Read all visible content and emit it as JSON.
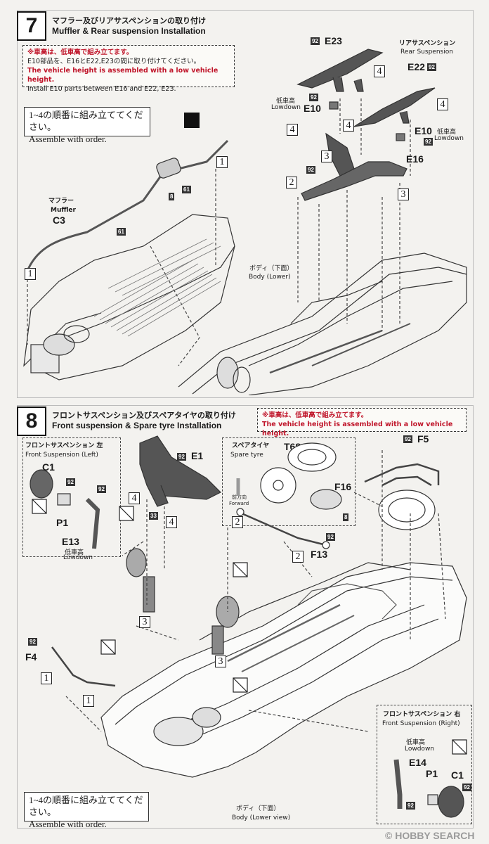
{
  "step7": {
    "number": "7",
    "title_jp": "マフラー及びリアサスペンションの取り付け",
    "title_en": "Muffler & Rear suspension Installation",
    "note": {
      "jp1": "※車高は、低車高で組み立てます。",
      "jp2": "E10部品を、E16とE22,E23の間に取り付けてください。",
      "en1": "The vehicle height is assembled with a low vehicle height.",
      "en2": "Install E10 parts between E16 and E22, E23."
    },
    "assemble_jp": "1~4の順番に組み立ててください。",
    "assemble_en": "Assemble with order.",
    "muffler_jp": "マフラー",
    "muffler_en": "Muffler",
    "part_c3": "C3",
    "body_jp": "ボディ（下面）",
    "body_en": "Body (Lower)",
    "rear_susp_jp": "リアサスペンション",
    "rear_susp_en": "Rear Suspension",
    "lowdown_jp": "低車高",
    "lowdown_en": "Lowdown",
    "parts": [
      "E23",
      "E22",
      "E10",
      "E10",
      "E16"
    ],
    "codes": [
      "92",
      "61",
      "8",
      "61"
    ]
  },
  "step8": {
    "number": "8",
    "title_jp": "フロントサスペンション及びスペアタイヤの取り付け",
    "title_en": "Front suspension & Spare tyre Installation",
    "note": {
      "jp": "※車高は、低車高で組み立てます。",
      "en": "The vehicle height is assembled with a low vehicle height."
    },
    "front_left_jp": "フロントサスペンション 左",
    "front_left_en": "Front Suspension (Left)",
    "front_right_jp": "フロントサスペンション 右",
    "front_right_en": "Front Suspension (Right)",
    "spare_jp": "スペアタイヤ",
    "spare_en": "Spare tyre",
    "forward_jp": "前方向",
    "forward_en": "Forward",
    "lowdown_jp": "低車高",
    "lowdown_en": "Lowdown",
    "body_jp": "ボディ（下面）",
    "body_en": "Body (Lower view)",
    "assemble_jp": "1~4の順番に組み立ててください。",
    "assemble_en": "Assemble with order.",
    "parts": [
      "C1",
      "P1",
      "E13",
      "E1",
      "F13",
      "F4",
      "T68",
      "F16",
      "F5",
      "E14",
      "P1",
      "C1"
    ],
    "codes": [
      "92",
      "33",
      "8"
    ]
  },
  "watermark": "© HOBBY SEARCH"
}
